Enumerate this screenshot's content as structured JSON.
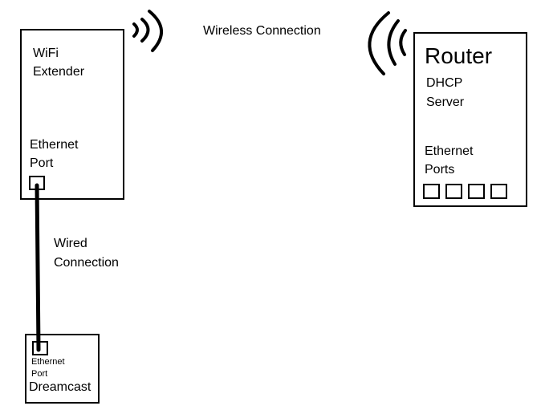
{
  "wireless_label": "Wireless Connection",
  "extender": {
    "title_line1": "WiFi",
    "title_line2": "Extender",
    "port_line1": "Ethernet",
    "port_line2": "Port"
  },
  "router": {
    "title": "Router",
    "sub_line1": "DHCP",
    "sub_line2": "Server",
    "ports_line1": "Ethernet",
    "ports_line2": "Ports",
    "port_count": 4
  },
  "wired_label": {
    "line1": "Wired",
    "line2": "Connection"
  },
  "dreamcast": {
    "port_line1": "Ethernet",
    "port_line2": "Port",
    "title": "Dreamcast"
  }
}
